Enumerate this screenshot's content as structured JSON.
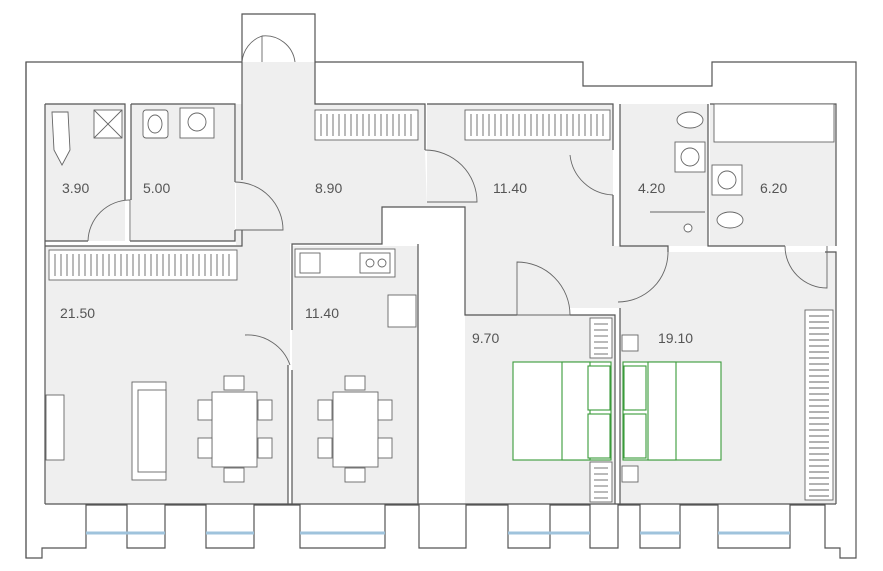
{
  "plan": {
    "rooms": [
      {
        "id": "bathroom-1",
        "area": "3.90"
      },
      {
        "id": "bathroom-2",
        "area": "5.00"
      },
      {
        "id": "hall",
        "area": "8.90"
      },
      {
        "id": "corridor",
        "area": "11.40"
      },
      {
        "id": "wc",
        "area": "4.20"
      },
      {
        "id": "bathroom-3",
        "area": "6.20"
      },
      {
        "id": "living-room",
        "area": "21.50"
      },
      {
        "id": "kitchen",
        "area": "11.40"
      },
      {
        "id": "bedroom-small",
        "area": "9.70"
      },
      {
        "id": "bedroom-large",
        "area": "19.10"
      }
    ]
  }
}
